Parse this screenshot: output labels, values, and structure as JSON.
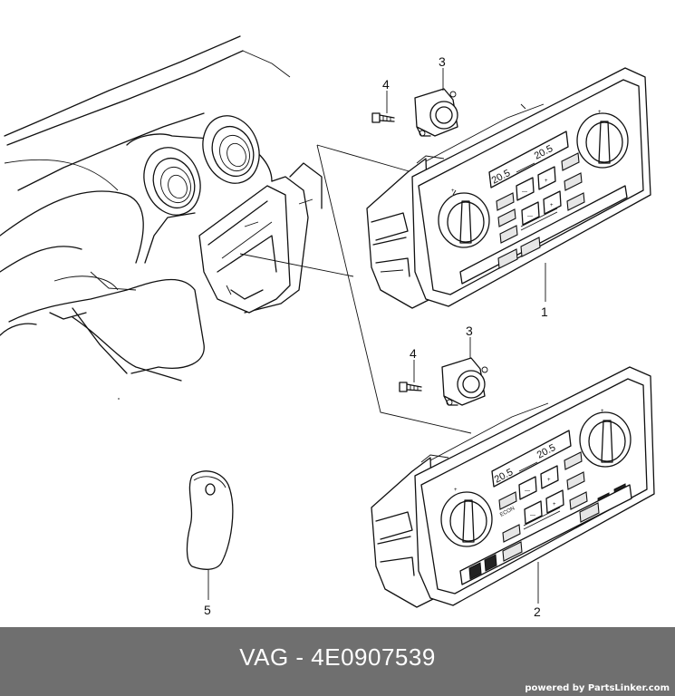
{
  "diagram": {
    "callouts": [
      {
        "id": "callout-1",
        "label": "1"
      },
      {
        "id": "callout-2",
        "label": "2"
      },
      {
        "id": "callout-3-top",
        "label": "3"
      },
      {
        "id": "callout-3-bottom",
        "label": "3"
      },
      {
        "id": "callout-4-top",
        "label": "4"
      },
      {
        "id": "callout-4-bottom",
        "label": "4"
      },
      {
        "id": "callout-5",
        "label": "5"
      }
    ],
    "display_labels": {
      "top_left_temp": "20.5",
      "top_right_temp": "20.5",
      "bottom_left_temp": "20.5",
      "bottom_right_temp": "20.5",
      "econ": "ECON"
    }
  },
  "footer": {
    "part_title": "VAG - 4E0907539",
    "powered_by": "powered by PartsLinker.com"
  }
}
